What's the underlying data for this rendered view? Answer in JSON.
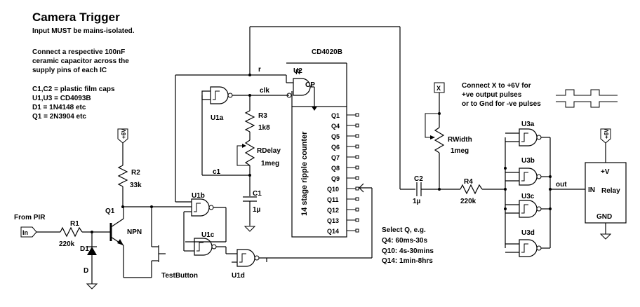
{
  "title": "Camera Trigger",
  "notes": {
    "isolation": "Input MUST be mains-isolated.",
    "capacitor_line1": "Connect a respective 100nF",
    "capacitor_line2": "ceramic capacitor across the",
    "capacitor_line3": "supply pins of each IC"
  },
  "parts_list": {
    "caps": "C1,C2 = plastic film caps",
    "ics": "U1,U3 = CD4093B",
    "diode": "D1 = 1N4148 etc",
    "transistor": "Q1 = 2N3904 etc"
  },
  "labels": {
    "from_pir": "From PIR",
    "in": "In",
    "r1": "R1",
    "r1_value": "220k",
    "r2": "R2",
    "r2_value": "33k",
    "r3": "R3",
    "r3_value": "1k8",
    "rdelay": "RDelay",
    "rdelay_value": "1meg",
    "c1": "C1",
    "c1_value": "1µ",
    "c2": "C2",
    "c2_value": "1µ",
    "r4": "R4",
    "r4_value": "220k",
    "rwidth": "RWidth",
    "rwidth_value": "1meg",
    "q1": "Q1",
    "npn": "NPN",
    "d1": "D1",
    "d": "D",
    "plus6v": "+6V",
    "x": "X",
    "u1a": "U1a",
    "u1b": "U1b",
    "u1c": "U1c",
    "u1d": "U1d",
    "u2": "U2",
    "u2_part": "CD4020B",
    "u3a": "U3a",
    "u3b": "U3b",
    "u3c": "U3c",
    "u3d": "U3d",
    "reset_net": "r",
    "clk_net": "clk",
    "c1_net": "c1",
    "pin_r": "R",
    "pin_cp": "CP",
    "counter": "14 stage ripple counter",
    "test_button": "TestButton",
    "out": "out",
    "relay": "Relay",
    "relay_in": "IN",
    "relay_v": "+V",
    "relay_gnd": "GND"
  },
  "counter_outputs": [
    "Q1",
    "Q4",
    "Q5",
    "Q6",
    "Q7",
    "Q8",
    "Q9",
    "Q10",
    "Q11",
    "Q12",
    "Q13",
    "Q14"
  ],
  "select_q": {
    "heading": "Select Q, e.g.",
    "q4": "Q4: 60ms-30s",
    "q10": "Q10: 4s-30mins",
    "q14": "Q14: 1min-8hrs"
  },
  "x_note": {
    "line1": "Connect X to +6V for",
    "line2": "+ve output pulses",
    "line3": "or to Gnd for -ve pulses"
  }
}
